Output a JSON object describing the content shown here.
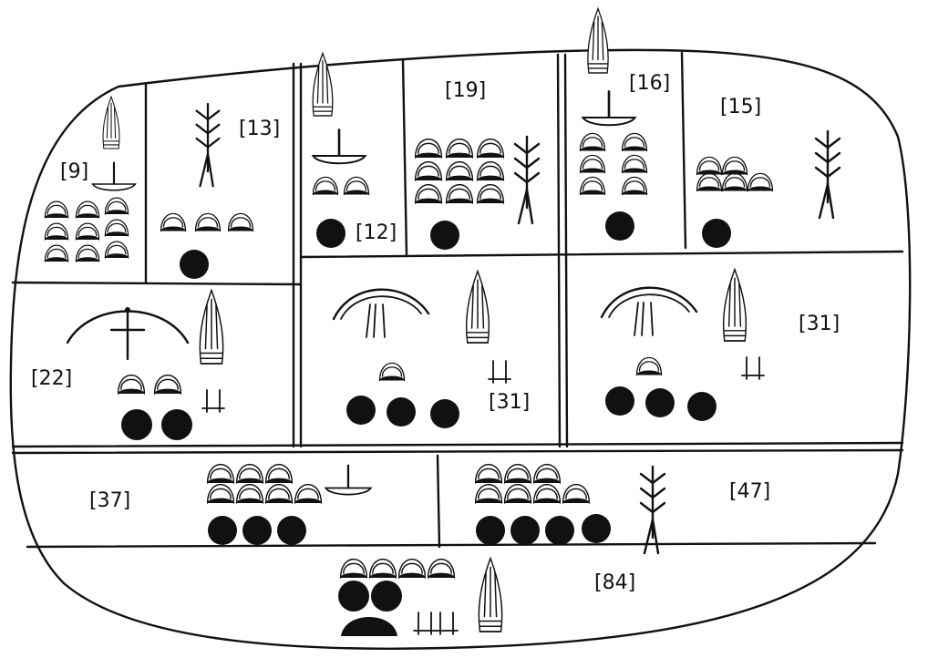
{
  "tablet": {
    "cells": [
      {
        "id": "c9",
        "label": "[9]"
      },
      {
        "id": "c13",
        "label": "[13]"
      },
      {
        "id": "c12",
        "label": "[12]"
      },
      {
        "id": "c19",
        "label": "[19]"
      },
      {
        "id": "c16",
        "label": "[16]"
      },
      {
        "id": "c15",
        "label": "[15]"
      },
      {
        "id": "c22",
        "label": "[22]"
      },
      {
        "id": "c31a",
        "label": "[31]"
      },
      {
        "id": "c31b",
        "label": "[31]"
      },
      {
        "id": "c37",
        "label": "[37]"
      },
      {
        "id": "c47",
        "label": "[47]"
      },
      {
        "id": "c84",
        "label": "[84]"
      }
    ]
  }
}
